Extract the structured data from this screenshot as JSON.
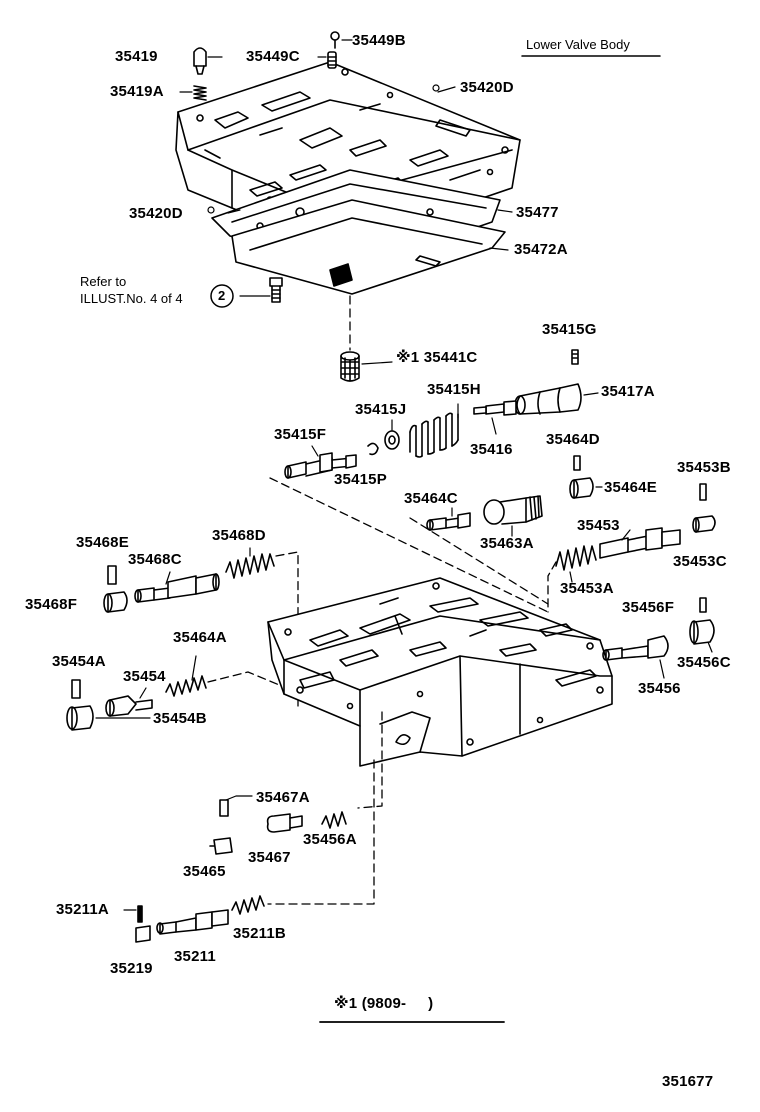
{
  "title": "Lower Valve Body",
  "refer_note": {
    "line1": "Refer to",
    "line2": "ILLUST.No. 4 of 4",
    "circle_num": "2"
  },
  "footnote": "※1 (9809-     )",
  "illustration_number": "351677",
  "parts": {
    "p35419": "35419",
    "p35449C": "35449C",
    "p35449B": "35449B",
    "p35419A": "35419A",
    "p35420D_top": "35420D",
    "p35420D_left": "35420D",
    "p35477": "35477",
    "p35472A": "35472A",
    "p35441C": "※1 35441C",
    "p35415G": "35415G",
    "p35415H": "35415H",
    "p35417A": "35417A",
    "p35415J": "35415J",
    "p35415F": "35415F",
    "p35416": "35416",
    "p35464D": "35464D",
    "p35415P": "35415P",
    "p35453B": "35453B",
    "p35464E": "35464E",
    "p35464C": "35464C",
    "p35463A": "35463A",
    "p35453": "35453",
    "p35453C": "35453C",
    "p35468E": "35468E",
    "p35468D": "35468D",
    "p35468C": "35468C",
    "p35453A": "35453A",
    "p35468F": "35468F",
    "p35456F": "35456F",
    "p35464A": "35464A",
    "p35456C": "35456C",
    "p35454A": "35454A",
    "p35454": "35454",
    "p35456": "35456",
    "p35454B": "35454B",
    "p35467A": "35467A",
    "p35456A": "35456A",
    "p35465": "35465",
    "p35467": "35467",
    "p35211A": "35211A",
    "p35211B": "35211B",
    "p35219": "35219",
    "p35211": "35211"
  }
}
